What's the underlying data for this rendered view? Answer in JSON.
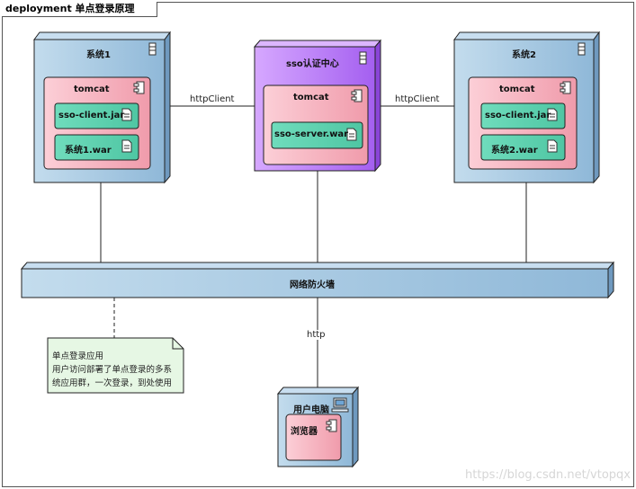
{
  "frame_title": "deployment 单点登录原理",
  "nodes": {
    "sys1": {
      "title": "系统1",
      "container": "tomcat",
      "artifacts": [
        "sso-client.jar",
        "系统1.war"
      ]
    },
    "sso": {
      "title": "sso认证中心",
      "container": "tomcat",
      "artifacts": [
        "sso-server.war"
      ]
    },
    "sys2": {
      "title": "系统2",
      "container": "tomcat",
      "artifacts": [
        "sso-client.jar",
        "系统2.war"
      ]
    },
    "firewall": {
      "title": "网络防火墙"
    },
    "pc": {
      "title": "用户电脑",
      "component": "浏览器"
    }
  },
  "connectors": {
    "left": "httpClient",
    "right": "httpClient",
    "bottom": "http"
  },
  "note": {
    "lines": [
      "单点登录应用",
      "用户访问部署了单点登录的多系",
      "统应用群，一次登录，到处使用"
    ]
  },
  "watermark": "https://blog.csdn.net/vtopqx",
  "colors": {
    "node_blue": "#a9cde3",
    "node_purple": "#c48ef5",
    "tomcat_pink": "#f8b8c3",
    "artifact_green": "#5fd3b0",
    "note_green": "#e6f7e4"
  }
}
